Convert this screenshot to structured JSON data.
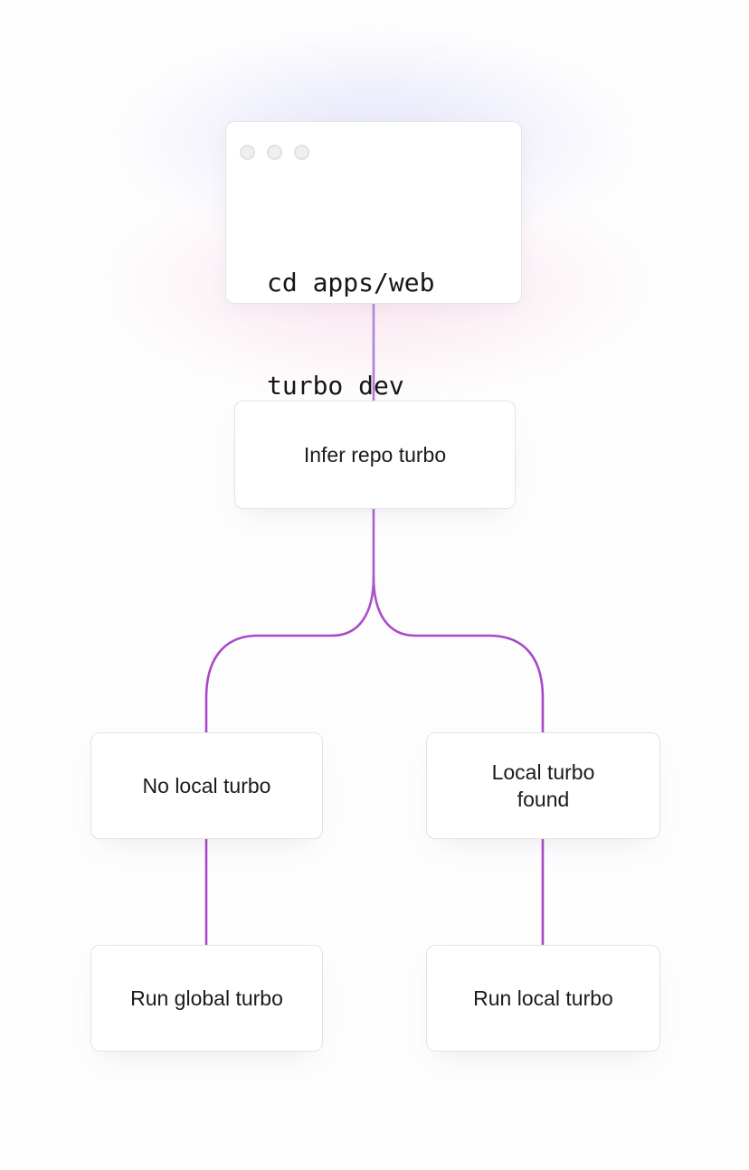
{
  "terminal": {
    "lines": [
      "cd apps/web",
      "turbo dev"
    ]
  },
  "nodes": {
    "infer": {
      "label": "Infer repo turbo"
    },
    "no_local": {
      "label": "No local turbo"
    },
    "local_found": {
      "label": "Local turbo found"
    },
    "run_global": {
      "label": "Run global turbo"
    },
    "run_local": {
      "label": "Run local turbo"
    }
  },
  "edges": [
    {
      "from": "terminal",
      "to": "infer"
    },
    {
      "from": "infer",
      "to": "no_local"
    },
    {
      "from": "infer",
      "to": "local_found"
    },
    {
      "from": "no_local",
      "to": "run_global"
    },
    {
      "from": "local_found",
      "to": "run_local"
    }
  ],
  "colors": {
    "edge_gradient_start": "#ae8de2",
    "edge_gradient_end": "#a848c7",
    "node_border": "#e3e3e6",
    "node_background": "#ffffff",
    "node_text": "#1b1b1f",
    "terminal_text": "#161616",
    "glow_blue": "#8c96eb",
    "glow_pink": "#e487af",
    "page_background": "#fefdfe"
  }
}
